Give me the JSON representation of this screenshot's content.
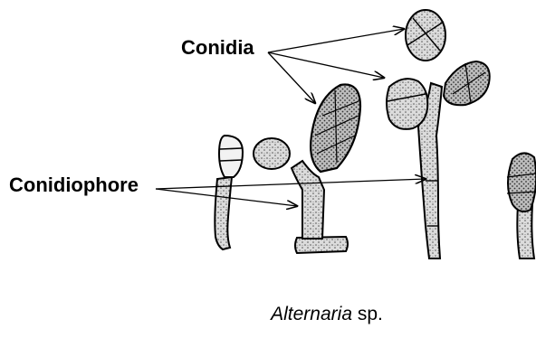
{
  "labels": {
    "conidia": "Conidia",
    "conidiophore": "Conidiophore"
  },
  "caption": {
    "genus": "Alternaria",
    "suffix": " sp."
  },
  "colors": {
    "ink": "#000000",
    "stipple": "#555555",
    "fill": "#e6e6e6",
    "background": "#ffffff"
  }
}
